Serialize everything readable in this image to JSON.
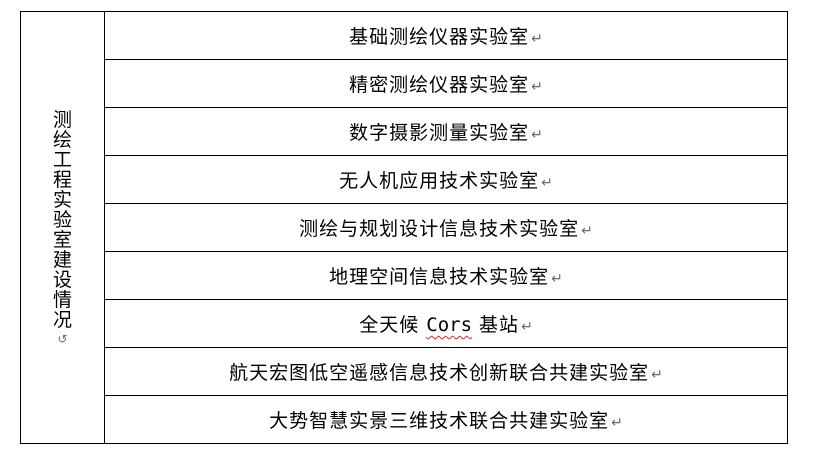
{
  "category": "测绘工程实验室建设情况",
  "marks": {
    "paragraph": "↵",
    "cell_end": "↺"
  },
  "items": [
    {
      "text": "基础测绘仪器实验室"
    },
    {
      "text": "精密测绘仪器实验室"
    },
    {
      "text": "数字摄影测量实验室"
    },
    {
      "text": "无人机应用技术实验室"
    },
    {
      "text": "测绘与规划设计信息技术实验室"
    },
    {
      "text": "地理空间信息技术实验室"
    },
    {
      "prefix": "全天候 ",
      "latin": "Cors",
      "suffix": " 基站"
    },
    {
      "text": "航天宏图低空遥感信息技术创新联合共建实验室"
    },
    {
      "text": "大势智慧实景三维技术联合共建实验室"
    }
  ]
}
